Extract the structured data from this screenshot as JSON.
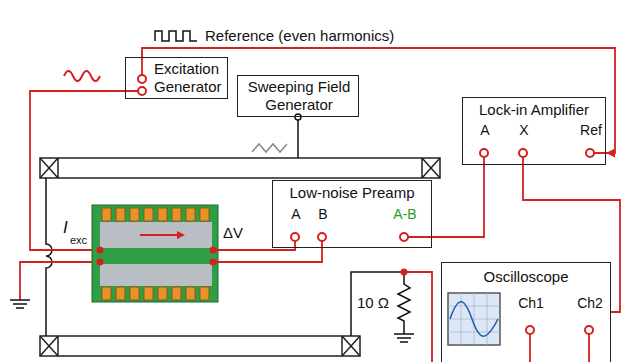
{
  "diagram": {
    "nodes": [
      {
        "text": [
          "Excitation Generator"
        ]
      },
      {
        "text": [
          "Sweeping Field Generator"
        ]
      },
      {
        "text": [
          "Lock-in Amplifier",
          "A",
          "X",
          "Ref"
        ]
      },
      {
        "text": [
          "Low-noise Preamp",
          "A",
          "B",
          "A-B"
        ]
      },
      {
        "text": [
          "Oscilloscope",
          "Ch1",
          "Ch2"
        ]
      }
    ],
    "edges": [
      {
        "from": 0,
        "to": 2,
        "arrow": "to"
      },
      {
        "from": 3,
        "to": 2,
        "arrow": "none"
      },
      {
        "from": 2,
        "to": 4,
        "arrow": "none"
      }
    ],
    "labels": [
      "Reference (even harmonics)",
      "I",
      "exc",
      "ΔV",
      "10 Ω"
    ]
  }
}
